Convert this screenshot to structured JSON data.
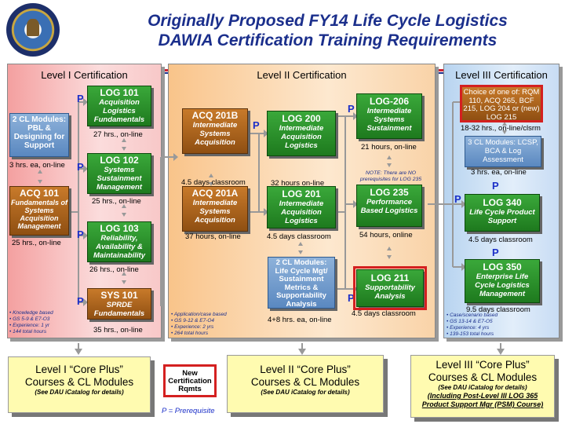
{
  "header": {
    "title_line1": "Originally Proposed FY14 Life Cycle Logistics",
    "title_line2": "DAWIA Certification Training Requirements"
  },
  "level1": {
    "heading": "Level I  Certification",
    "cl_modules": "2 CL Modules: PBL & Designing for Support",
    "cl_hours": "3 hrs. ea, on-line",
    "acq101_title": "ACQ 101",
    "acq101_sub": "Fundamentals of Systems Acquisition Management",
    "acq101_hours": "25  hrs., on-line",
    "log101_title": "LOG 101",
    "log101_sub": "Acquisition Logistics Fundamentals",
    "log101_hours": "27  hrs., on-line",
    "log102_title": "LOG 102",
    "log102_sub": "Systems Sustainment Management",
    "log102_hours": "25  hrs., on-line",
    "log103_title": "LOG 103",
    "log103_sub": "Reliability, Availability & Maintainability",
    "log103_hours": "26  hrs., on-line",
    "sys101_title": "SYS 101",
    "sys101_sub": "SPRDE Fundamentals",
    "sys101_hours": "35 hrs., on-line",
    "bullets": [
      "Knowledge based",
      "GS 5-9 &  E7-O3",
      "Experience: 1 yr",
      "144 total hours"
    ]
  },
  "level2": {
    "heading": "Level II Certification",
    "acq201b_title": "ACQ 201B",
    "acq201b_sub": "Intermediate Systems Acquisition",
    "acq201b_hours": "4.5 days classroom",
    "acq201a_title": "ACQ 201A",
    "acq201a_sub": "Intermediate Systems Acquisition",
    "acq201a_hours": "37 hours, on-line",
    "log200_title": "LOG 200",
    "log200_sub": "Intermediate Acquisition Logistics",
    "log200_hours": "32 hours on-line",
    "log201_title": "LOG 201",
    "log201_sub": "Intermediate Acquisition Logistics",
    "log201_hours": "4.5 days classroom",
    "cl2_text": "2 CL Modules: Life Cycle Mgt/ Sustainment Metrics & Supportability Analysis",
    "cl2_hours": "4+8 hrs. ea, on-line",
    "log206_title": "LOG-206",
    "log206_sub": "Intermediate Systems Sustainment",
    "log206_hours": "21 hours, on-line",
    "note": "NOTE: There are NO prerequisites  for LOG 235",
    "log235_title": "LOG 235",
    "log235_sub": "Performance Based Logistics",
    "log235_hours": "54 hours, online",
    "log211_title": "LOG 211",
    "log211_sub": "Supportability Analysis",
    "log211_hours": "4.5 days classroom",
    "bullets": [
      "Application/case based",
      "GS 9-12 & E7-O4",
      "Experience: 2 yrs",
      "264 total hours"
    ]
  },
  "level3": {
    "heading": "Level III Certification",
    "choice_text": "Choice of one of: RQM 110, ACQ 265, BCF 215, LOG 204 or (new) LOG 215",
    "choice_hours": "18-32 hrs., on-line/clsrm",
    "cl3_text": "3 CL Modules: LCSP, BCA & Log Assessment",
    "cl3_hours": "3 hrs. ea, on-line",
    "log340_title": "LOG 340",
    "log340_sub": "Life Cycle Product Support",
    "log340_hours": "4.5 days classroom",
    "log350_title": "LOG 350",
    "log350_sub": "Enterprise Life Cycle Logistics Management",
    "log350_hours": "9.5 days classroom",
    "bullets": [
      "Case/scenario based",
      "GS 13-14 &  E7-O5",
      "Experience: 4 yrs",
      "139-153 total hours"
    ]
  },
  "prereq_letter": "P",
  "core": {
    "l1_line1": "Level I “Core Plus”",
    "l1_line2": "Courses & CL Modules",
    "l1_sub": "(See DAU iCatalog for details)",
    "l2_line1": "Level II “Core Plus”",
    "l2_line2": "Courses & CL Modules",
    "l2_sub": "(See DAU iCatalog for details)",
    "l3_line1": "Level III “Core Plus”",
    "l3_line2": "Courses & CL Modules",
    "l3_sub": "(See DAU iCatalog for details)",
    "l3_sub2": "(Including Post-Level III LOG 365",
    "l3_sub3": "Product Support Mgr (PSM) Course)"
  },
  "legend": {
    "new_cert": "New Certification Rqmts",
    "prereq": "P = Prerequisite"
  },
  "colors": {
    "title": "#1b2f8c",
    "course_green": "#2a922a",
    "course_orange": "#b0651e",
    "module_blue": "#6f98c8",
    "new_requirement": "#d42020"
  }
}
